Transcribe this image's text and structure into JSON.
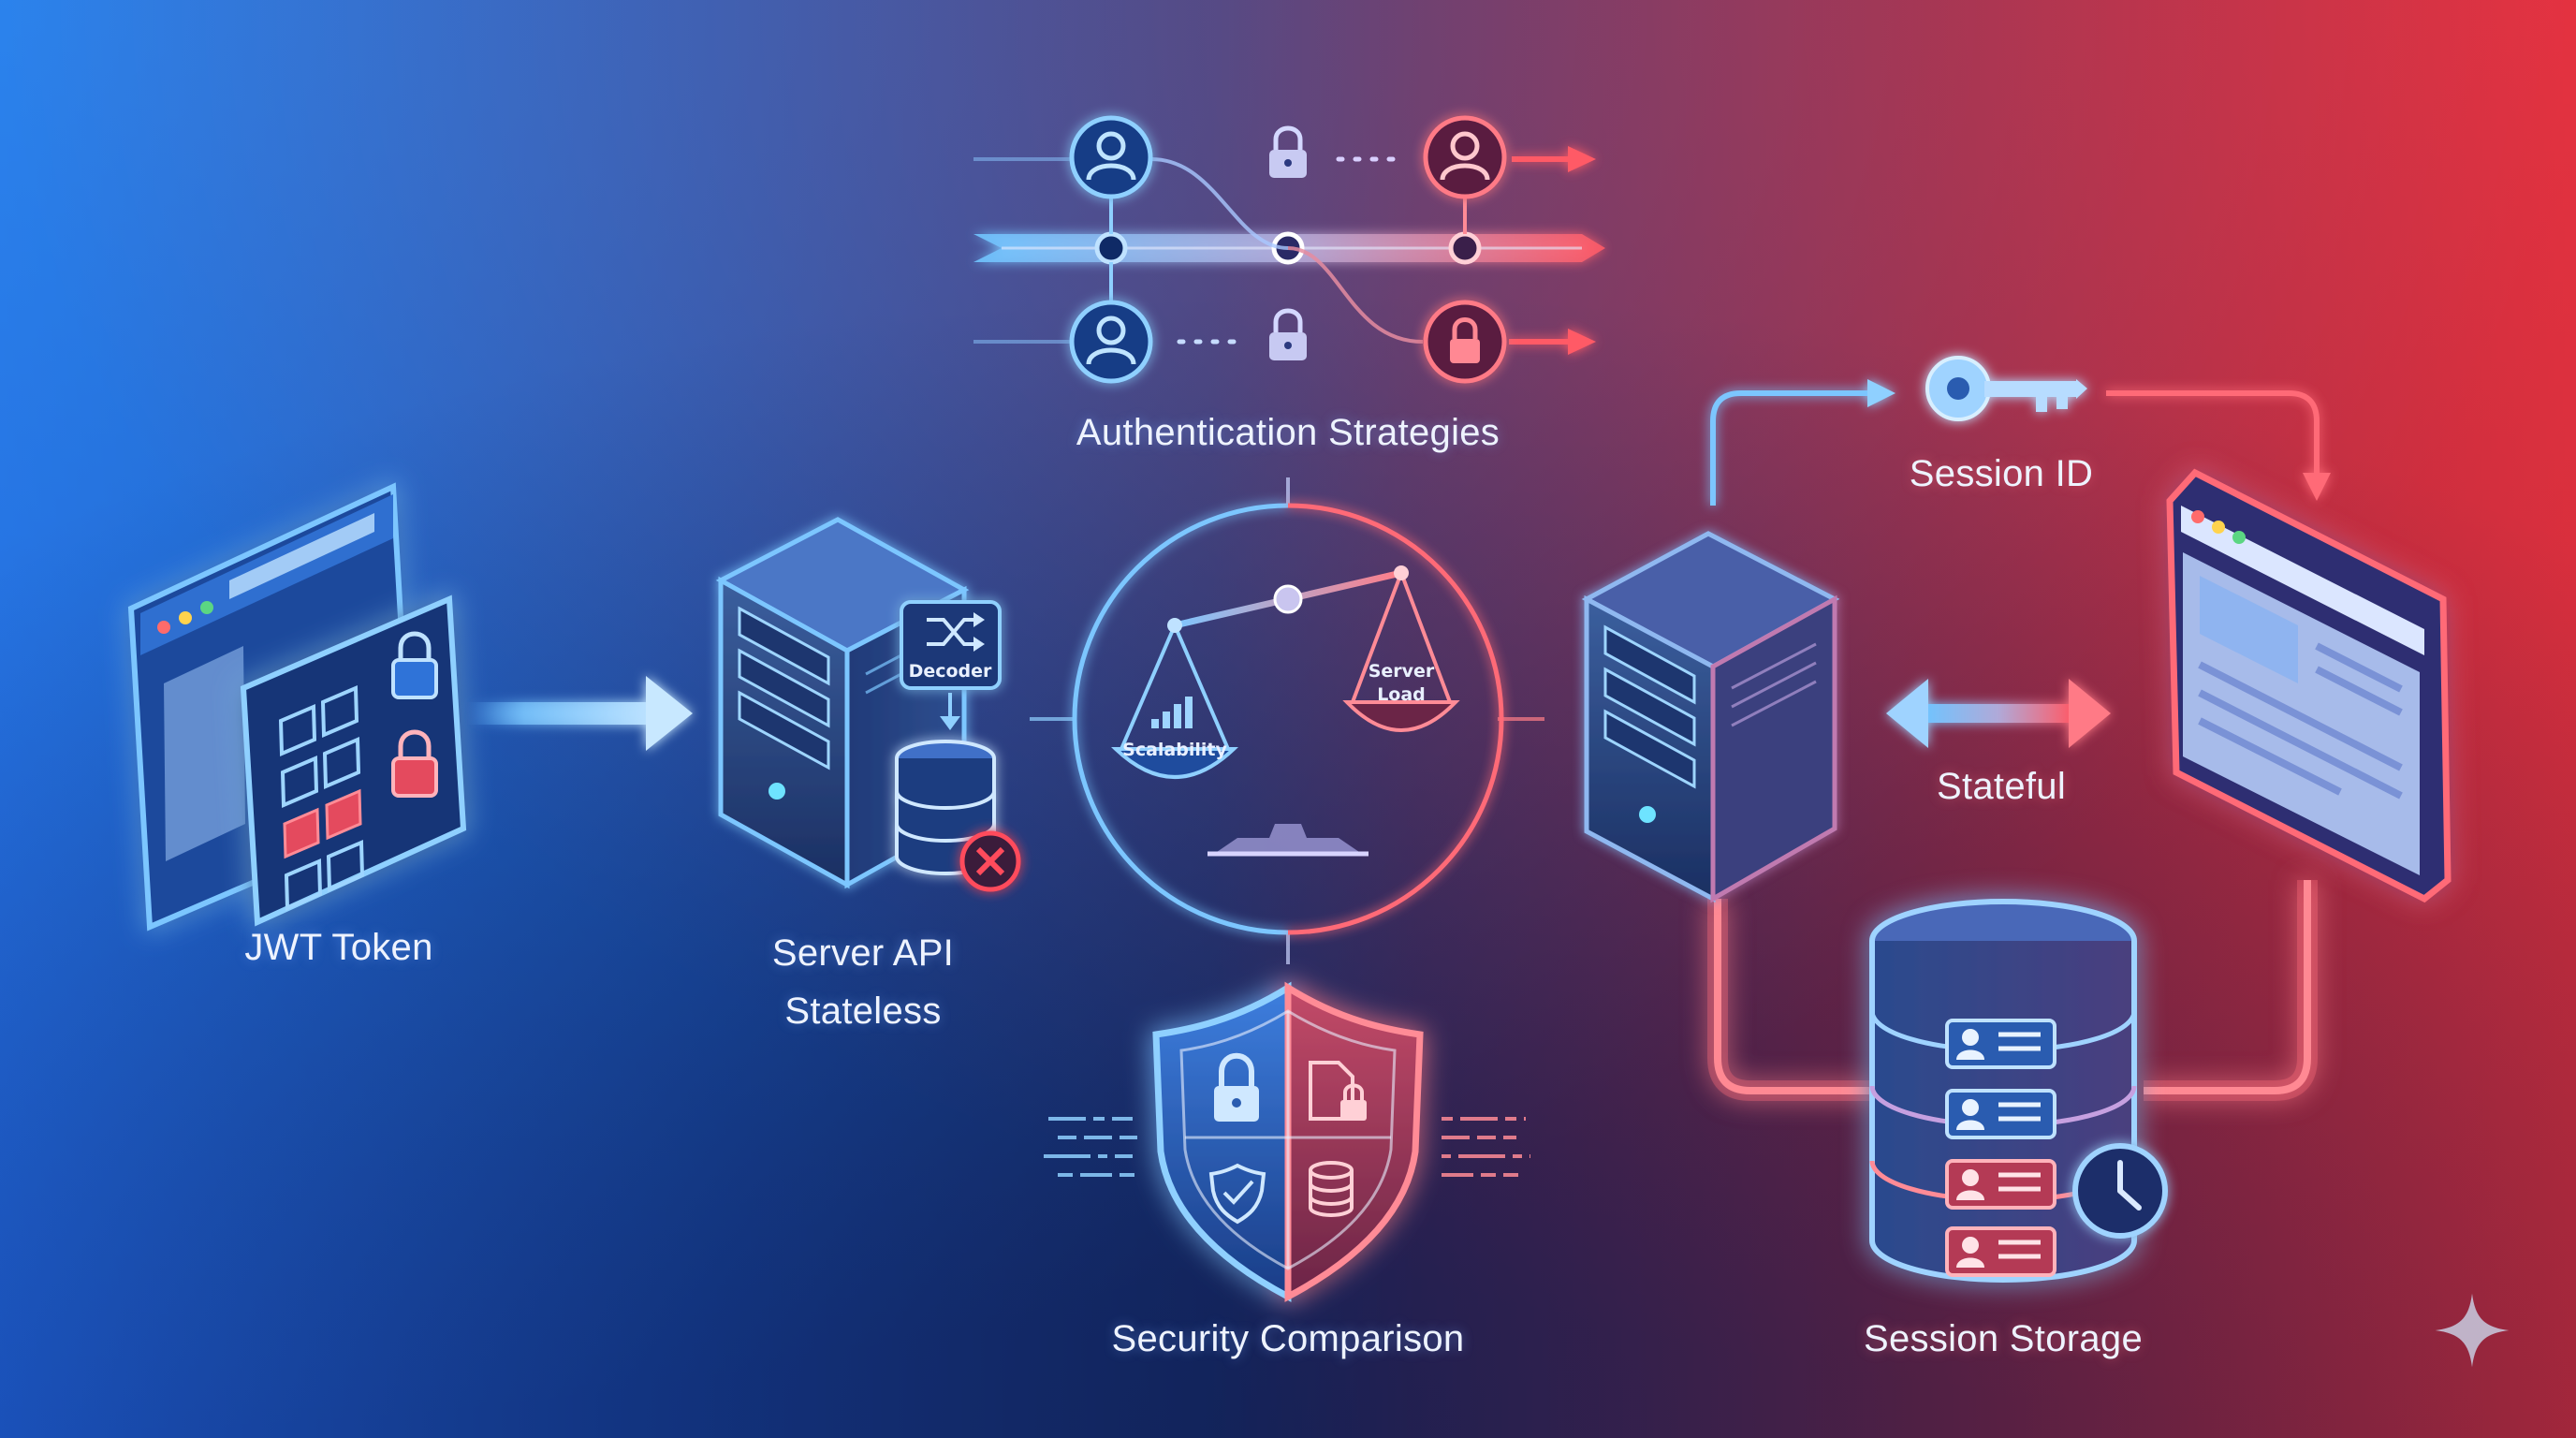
{
  "labels": {
    "auth_strategies": "Authentication Strategies",
    "jwt_token": "JWT Token",
    "server_api": "Server API",
    "stateless": "Stateless",
    "decoder": "Decoder",
    "scalability": "Scalability",
    "server_load_1": "Server",
    "server_load_2": "Load",
    "session_id": "Session ID",
    "stateful": "Stateful",
    "security_comparison": "Security Comparison",
    "session_storage": "Session Storage"
  },
  "colors": {
    "blue_accent": "#6fb8ff",
    "red_accent": "#ff5a66",
    "bg_left": "#1e5fd6",
    "bg_right": "#c92a37"
  },
  "icons": [
    "user-icon",
    "lock-icon",
    "key-icon",
    "browser-window-icon",
    "server-icon",
    "database-icon",
    "balance-scale-icon",
    "shield-icon",
    "clock-icon",
    "shuffle-icon",
    "error-x-icon",
    "sparkle-icon"
  ]
}
